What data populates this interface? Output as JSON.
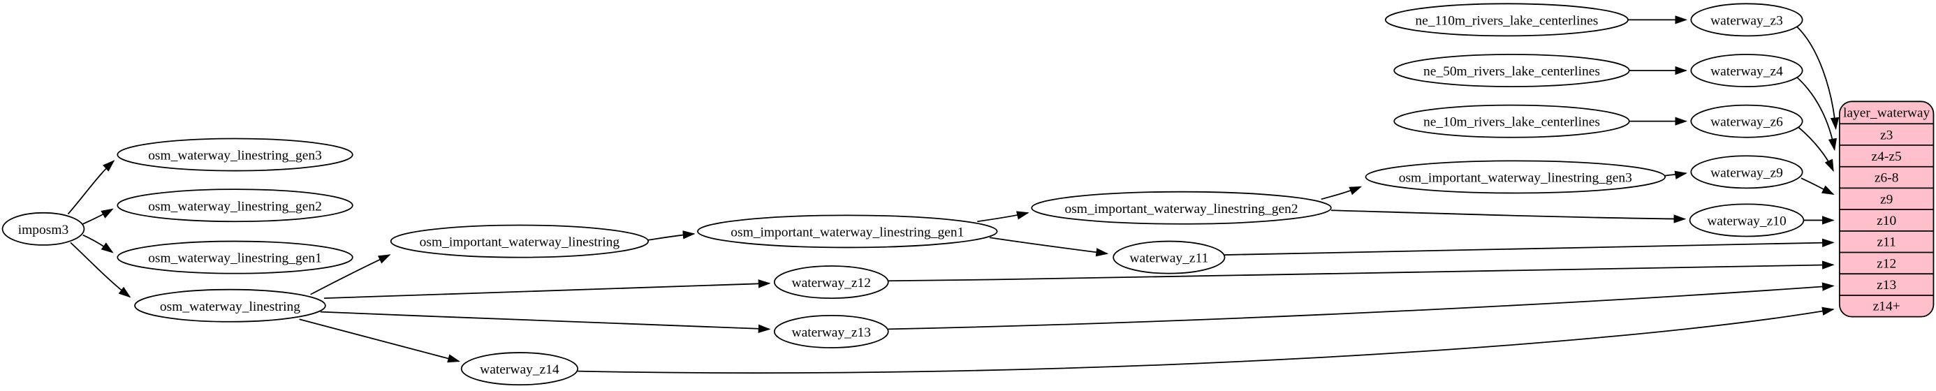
{
  "diagram": {
    "nodes": {
      "imposm3": "imposm3",
      "osm_waterway_linestring_gen3": "osm_waterway_linestring_gen3",
      "osm_waterway_linestring_gen2": "osm_waterway_linestring_gen2",
      "osm_waterway_linestring_gen1": "osm_waterway_linestring_gen1",
      "osm_waterway_linestring": "osm_waterway_linestring",
      "osm_important_waterway_linestring": "osm_important_waterway_linestring",
      "osm_important_waterway_linestring_gen1": "osm_important_waterway_linestring_gen1",
      "osm_important_waterway_linestring_gen2": "osm_important_waterway_linestring_gen2",
      "osm_important_waterway_linestring_gen3": "osm_important_waterway_linestring_gen3",
      "ne_110m_rivers_lake_centerlines": "ne_110m_rivers_lake_centerlines",
      "ne_50m_rivers_lake_centerlines": "ne_50m_rivers_lake_centerlines",
      "ne_10m_rivers_lake_centerlines": "ne_10m_rivers_lake_centerlines",
      "waterway_z3": "waterway_z3",
      "waterway_z4": "waterway_z4",
      "waterway_z6": "waterway_z6",
      "waterway_z9": "waterway_z9",
      "waterway_z10": "waterway_z10",
      "waterway_z11": "waterway_z11",
      "waterway_z12": "waterway_z12",
      "waterway_z13": "waterway_z13",
      "waterway_z14": "waterway_z14"
    },
    "layer_table": {
      "title": "layer_waterway",
      "rows": [
        "z3",
        "z4-z5",
        "z6-8",
        "z9",
        "z10",
        "z11",
        "z12",
        "z13",
        "z14+"
      ]
    },
    "edges": [
      {
        "from": "imposm3",
        "to": "osm_waterway_linestring_gen3"
      },
      {
        "from": "imposm3",
        "to": "osm_waterway_linestring_gen2"
      },
      {
        "from": "imposm3",
        "to": "osm_waterway_linestring_gen1"
      },
      {
        "from": "imposm3",
        "to": "osm_waterway_linestring"
      },
      {
        "from": "osm_waterway_linestring",
        "to": "osm_important_waterway_linestring"
      },
      {
        "from": "osm_waterway_linestring",
        "to": "waterway_z12"
      },
      {
        "from": "osm_waterway_linestring",
        "to": "waterway_z13"
      },
      {
        "from": "osm_waterway_linestring",
        "to": "waterway_z14"
      },
      {
        "from": "osm_important_waterway_linestring",
        "to": "osm_important_waterway_linestring_gen1"
      },
      {
        "from": "osm_important_waterway_linestring_gen1",
        "to": "osm_important_waterway_linestring_gen2"
      },
      {
        "from": "osm_important_waterway_linestring_gen1",
        "to": "waterway_z11"
      },
      {
        "from": "osm_important_waterway_linestring_gen2",
        "to": "osm_important_waterway_linestring_gen3"
      },
      {
        "from": "osm_important_waterway_linestring_gen2",
        "to": "waterway_z10"
      },
      {
        "from": "osm_important_waterway_linestring_gen3",
        "to": "waterway_z9"
      },
      {
        "from": "ne_110m_rivers_lake_centerlines",
        "to": "waterway_z3"
      },
      {
        "from": "ne_50m_rivers_lake_centerlines",
        "to": "waterway_z4"
      },
      {
        "from": "ne_10m_rivers_lake_centerlines",
        "to": "waterway_z6"
      },
      {
        "from": "waterway_z3",
        "to": "layer_waterway:z3"
      },
      {
        "from": "waterway_z4",
        "to": "layer_waterway:z4-z5"
      },
      {
        "from": "waterway_z6",
        "to": "layer_waterway:z6-8"
      },
      {
        "from": "waterway_z9",
        "to": "layer_waterway:z9"
      },
      {
        "from": "waterway_z10",
        "to": "layer_waterway:z10"
      },
      {
        "from": "waterway_z11",
        "to": "layer_waterway:z11"
      },
      {
        "from": "waterway_z12",
        "to": "layer_waterway:z12"
      },
      {
        "from": "waterway_z13",
        "to": "layer_waterway:z13"
      },
      {
        "from": "waterway_z14",
        "to": "layer_waterway:z14+"
      }
    ],
    "colors": {
      "node_fill": "#ffffff",
      "node_stroke": "#000000",
      "edge": "#000000",
      "table_fill": "#ffc0cb",
      "text": "#000000"
    }
  }
}
